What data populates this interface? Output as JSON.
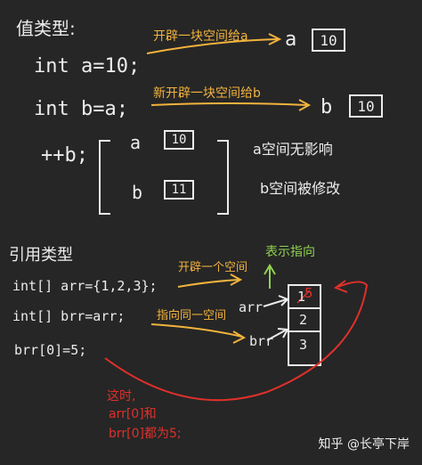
{
  "value_section": {
    "title": "值类型:",
    "line1": "int a=10;",
    "line2": "int b=a;",
    "line3": "++b;",
    "note1": "开辟一块空间给a",
    "note2": "新开辟一块空间给b",
    "box_a_label": "a",
    "box_a_value": "10",
    "box_b_label": "b",
    "box_b_value": "10",
    "bracket_a_label": "a",
    "bracket_a_value": "10",
    "bracket_b_label": "b",
    "bracket_b_value": "11",
    "side_note1": "a空间无影响",
    "side_note2": "b空间被修改"
  },
  "ref_section": {
    "title": "引用类型",
    "line1": "int[] arr={1,2,3};",
    "line2": "int[] brr=arr;",
    "line3": "brr[0]=5;",
    "note1": "开辟一个空间",
    "note2": "指向同一空间",
    "note_green": "表示指向",
    "label_arr": "arr",
    "label_brr": "brr",
    "cell_old": "1",
    "cell_new": "5",
    "cell2": "2",
    "cell3": "3",
    "red_note1": "这时,",
    "red_note2": "arr[0]和",
    "red_note3": "brr[0]都为5;"
  },
  "watermark": {
    "text": "知乎 @长亭下岸"
  }
}
